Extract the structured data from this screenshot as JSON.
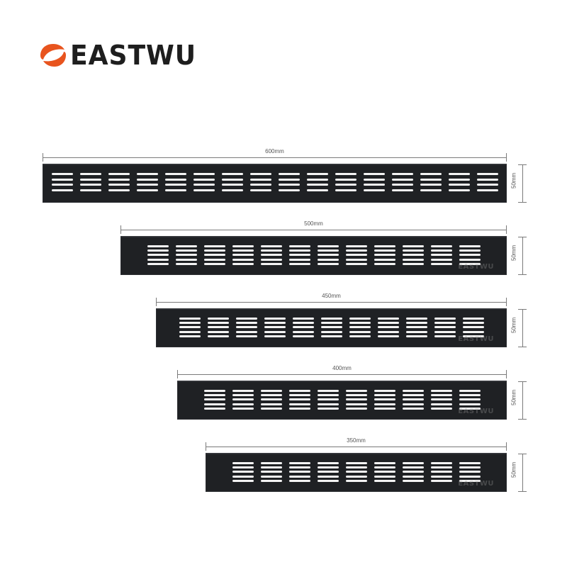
{
  "brand": {
    "name": "EASTWU",
    "colors": {
      "mark": "#e8541e",
      "text": "#1e1e1e",
      "plate": "#1f2124",
      "slot": "#f4f4f4"
    }
  },
  "grilles": [
    {
      "width_label": "600mm",
      "height_label": "50mm",
      "slot_groups": 16,
      "slots_per_group": 4
    },
    {
      "width_label": "500mm",
      "height_label": "50mm",
      "slot_groups": 12,
      "slots_per_group": 5
    },
    {
      "width_label": "450mm",
      "height_label": "50mm",
      "slot_groups": 11,
      "slots_per_group": 5
    },
    {
      "width_label": "400mm",
      "height_label": "50mm",
      "slot_groups": 10,
      "slots_per_group": 5
    },
    {
      "width_label": "350mm",
      "height_label": "50mm",
      "slot_groups": 9,
      "slots_per_group": 5
    }
  ]
}
